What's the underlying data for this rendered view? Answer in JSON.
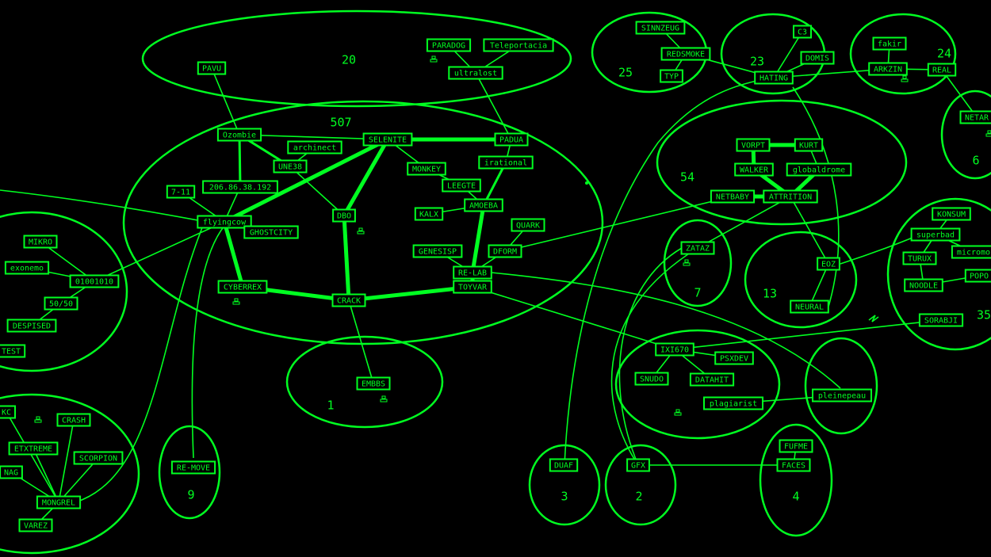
{
  "colors": {
    "background": "#000000",
    "accent": "#00ff21"
  },
  "clusters": [
    {
      "id": "c20",
      "label": "20"
    },
    {
      "id": "c507",
      "label": "507"
    },
    {
      "id": "c25",
      "label": "25"
    },
    {
      "id": "c23",
      "label": "23"
    },
    {
      "id": "c24",
      "label": "24"
    },
    {
      "id": "c6",
      "label": "6"
    },
    {
      "id": "c54",
      "label": "54"
    },
    {
      "id": "c7",
      "label": "7"
    },
    {
      "id": "c13",
      "label": "13"
    },
    {
      "id": "c35",
      "label": "35"
    },
    {
      "id": "cleft",
      "label": ""
    },
    {
      "id": "cleft2",
      "label": ""
    },
    {
      "id": "c1",
      "label": "1"
    },
    {
      "id": "c9",
      "label": "9"
    },
    {
      "id": "cixi",
      "label": ""
    },
    {
      "id": "cplein",
      "label": ""
    },
    {
      "id": "c3",
      "label": "3"
    },
    {
      "id": "c2",
      "label": "2"
    },
    {
      "id": "c4",
      "label": "4"
    }
  ],
  "nodes": [
    {
      "id": "pavu",
      "label": "PAVU"
    },
    {
      "id": "paradog",
      "label": "PARADOG"
    },
    {
      "id": "teleport",
      "label": "Teleportacia"
    },
    {
      "id": "ultralost",
      "label": "ultralost"
    },
    {
      "id": "ozombie",
      "label": "Ozombie"
    },
    {
      "id": "archinect",
      "label": "archinect"
    },
    {
      "id": "une38",
      "label": "UNE38"
    },
    {
      "id": "ip",
      "label": "206.86.38.192"
    },
    {
      "id": "s711",
      "label": "7-11"
    },
    {
      "id": "flyingcow",
      "label": "flyingcow"
    },
    {
      "id": "ghostcity",
      "label": "GHOSTCITY"
    },
    {
      "id": "dbo",
      "label": "DBO"
    },
    {
      "id": "selenite",
      "label": "SELENITE"
    },
    {
      "id": "padua",
      "label": "PADUA"
    },
    {
      "id": "irrational",
      "label": "irational"
    },
    {
      "id": "monkey",
      "label": "MONKEY"
    },
    {
      "id": "leegte",
      "label": "LEEGTE"
    },
    {
      "id": "kalx",
      "label": "KALX"
    },
    {
      "id": "amoeba",
      "label": "AMOEBA"
    },
    {
      "id": "quark",
      "label": "QUARK"
    },
    {
      "id": "genesisp",
      "label": "GENESISP"
    },
    {
      "id": "dform",
      "label": "DFORM"
    },
    {
      "id": "relab",
      "label": "RE-LAB"
    },
    {
      "id": "toyvar",
      "label": "TOYVAR"
    },
    {
      "id": "cyberrex",
      "label": "CYBERREX"
    },
    {
      "id": "crack",
      "label": "CRACK"
    },
    {
      "id": "embbs",
      "label": "EMBBS"
    },
    {
      "id": "sinnzeug",
      "label": "SINNZEUG"
    },
    {
      "id": "redsmoke",
      "label": "REDSMOKE"
    },
    {
      "id": "typ",
      "label": "TYP"
    },
    {
      "id": "c3n",
      "label": "C3"
    },
    {
      "id": "domis",
      "label": "DOMIS"
    },
    {
      "id": "hating",
      "label": "HATING"
    },
    {
      "id": "fakir",
      "label": "fakir"
    },
    {
      "id": "arkzin",
      "label": "ARKZIN"
    },
    {
      "id": "real",
      "label": "REAL"
    },
    {
      "id": "netart",
      "label": "NETAR"
    },
    {
      "id": "vorpt",
      "label": "VORPT"
    },
    {
      "id": "kurt",
      "label": "KURT"
    },
    {
      "id": "walker",
      "label": "WALKER"
    },
    {
      "id": "globaldrome",
      "label": "globaldrome"
    },
    {
      "id": "netbaby",
      "label": "NETBABY"
    },
    {
      "id": "attrition",
      "label": "ATTRITION"
    },
    {
      "id": "zataz",
      "label": "ZATAZ"
    },
    {
      "id": "eoz",
      "label": "EOZ"
    },
    {
      "id": "neural",
      "label": "NEURAL"
    },
    {
      "id": "konsum",
      "label": "KONSUM"
    },
    {
      "id": "superbad",
      "label": "superbad"
    },
    {
      "id": "turux",
      "label": "TURUX"
    },
    {
      "id": "micromo",
      "label": "micromo"
    },
    {
      "id": "noodle",
      "label": "NOODLE"
    },
    {
      "id": "popo",
      "label": "POPO"
    },
    {
      "id": "sorabji",
      "label": "SORABJI"
    },
    {
      "id": "mikro",
      "label": "MIKRO"
    },
    {
      "id": "exonemo",
      "label": "exonemo"
    },
    {
      "id": "o1001010",
      "label": "01001010"
    },
    {
      "id": "fiftyfifty",
      "label": "50/50"
    },
    {
      "id": "despised",
      "label": "DESPISED"
    },
    {
      "id": "test",
      "label": "TEST"
    },
    {
      "id": "kc",
      "label": "KC"
    },
    {
      "id": "crash",
      "label": "CRASH"
    },
    {
      "id": "etxtreme",
      "label": "ETXTREME"
    },
    {
      "id": "scorpion",
      "label": "SCORPION"
    },
    {
      "id": "nag",
      "label": "NAG"
    },
    {
      "id": "mongrel",
      "label": "MONGREL"
    },
    {
      "id": "varez",
      "label": "VAREZ"
    },
    {
      "id": "remove",
      "label": "RE-MOVE"
    },
    {
      "id": "ixi670",
      "label": "IXI670"
    },
    {
      "id": "psxdev",
      "label": "PSXDEV"
    },
    {
      "id": "snudo",
      "label": "SNUDO"
    },
    {
      "id": "datahit",
      "label": "DATAHIT"
    },
    {
      "id": "plagiarist",
      "label": "plagiarist"
    },
    {
      "id": "pleinepeau",
      "label": "pleinepeau"
    },
    {
      "id": "fufme",
      "label": "FUFME"
    },
    {
      "id": "faces",
      "label": "FACES"
    },
    {
      "id": "duaf",
      "label": "DUAF"
    },
    {
      "id": "gfx",
      "label": "GFX"
    }
  ],
  "edges": [
    [
      "ozombie",
      "pavu",
      1
    ],
    [
      "ozombie",
      "une38",
      2
    ],
    [
      "ozombie",
      "ip",
      2
    ],
    [
      "ozombie",
      "selenite",
      1
    ],
    [
      "archinect",
      "une38",
      1
    ],
    [
      "une38",
      "dbo",
      1
    ],
    [
      "flyingcow",
      "ip",
      1
    ],
    [
      "flyingcow",
      "s711",
      1
    ],
    [
      "flyingcow",
      "selenite",
      3
    ],
    [
      "flyingcow",
      "ghostcity",
      1
    ],
    [
      "flyingcow",
      "cyberrex",
      3
    ],
    [
      "dbo",
      "selenite",
      3
    ],
    [
      "dbo",
      "crack",
      3
    ],
    [
      "selenite",
      "padua",
      3
    ],
    [
      "selenite",
      "monkey",
      1
    ],
    [
      "monkey",
      "leegte",
      1
    ],
    [
      "leegte",
      "amoeba",
      1
    ],
    [
      "kalx",
      "amoeba",
      1
    ],
    [
      "amoeba",
      "irrational",
      2
    ],
    [
      "irrational",
      "padua",
      1
    ],
    [
      "padua",
      "ultralost",
      1
    ],
    [
      "amoeba",
      "relab",
      3
    ],
    [
      "quark",
      "dform",
      1
    ],
    [
      "genesisp",
      "relab",
      1
    ],
    [
      "dform",
      "relab",
      1
    ],
    [
      "relab",
      "toyvar",
      3
    ],
    [
      "toyvar",
      "crack",
      3
    ],
    [
      "cyberrex",
      "crack",
      3
    ],
    [
      "crack",
      "embbs",
      1
    ],
    [
      "paradog",
      "ultralost",
      1
    ],
    [
      "teleport",
      "ultralost",
      1
    ],
    [
      "sinnzeug",
      "redsmoke",
      1
    ],
    [
      "redsmoke",
      "typ",
      1
    ],
    [
      "redsmoke",
      "hating",
      1
    ],
    [
      "c3n",
      "hating",
      1
    ],
    [
      "domis",
      "hating",
      1
    ],
    [
      "hating",
      "arkzin",
      1
    ],
    [
      "fakir",
      "arkzin",
      1
    ],
    [
      "arkzin",
      "real",
      1
    ],
    [
      "real",
      "netart",
      1
    ],
    [
      "vorpt",
      "kurt",
      3
    ],
    [
      "vorpt",
      "walker",
      3
    ],
    [
      "walker",
      "attrition",
      3
    ],
    [
      "globaldrome",
      "attrition",
      3
    ],
    [
      "kurt",
      "globaldrome",
      1
    ],
    [
      "netbaby",
      "attrition",
      3
    ],
    [
      "attrition",
      "zataz",
      1
    ],
    [
      "attrition",
      "eoz",
      1
    ],
    [
      "eoz",
      "neural",
      1
    ],
    [
      "konsum",
      "superbad",
      1
    ],
    [
      "superbad",
      "turux",
      1
    ],
    [
      "superbad",
      "micromo",
      1
    ],
    [
      "turux",
      "noodle",
      1
    ],
    [
      "noodle",
      "popo",
      1
    ],
    [
      "mikro",
      "o1001010",
      1
    ],
    [
      "exonemo",
      "o1001010",
      1
    ],
    [
      "fiftyfifty",
      "o1001010",
      1
    ],
    [
      "despised",
      "fiftyfifty",
      1
    ],
    [
      "kc",
      "mongrel",
      1
    ],
    [
      "crash",
      "mongrel",
      1
    ],
    [
      "etxtreme",
      "mongrel",
      1
    ],
    [
      "scorpion",
      "mongrel",
      1
    ],
    [
      "nag",
      "mongrel",
      1
    ],
    [
      "varez",
      "mongrel",
      1
    ],
    [
      "ixi670",
      "psxdev",
      1
    ],
    [
      "ixi670",
      "snudo",
      1
    ],
    [
      "ixi670",
      "datahit",
      1
    ],
    [
      "plagiarist",
      "pleinepeau",
      1
    ],
    [
      "fufme",
      "faces",
      1
    ],
    [
      "faces",
      "gfx",
      1
    ],
    [
      "toyvar",
      "ixi670",
      1
    ],
    [
      "dform",
      "netbaby",
      1
    ],
    [
      "ixi670",
      "sorabji",
      1
    ],
    [
      "flyingcow",
      "o1001010",
      1
    ]
  ],
  "curves": [
    "duaf-hating",
    "gfx-ixi",
    "relab-pleinepeau",
    "zataz-gfx",
    "neural-curve",
    "remove-curve",
    "mongrel-curve",
    "leftline-flyingcow",
    "eoz-superbad"
  ]
}
